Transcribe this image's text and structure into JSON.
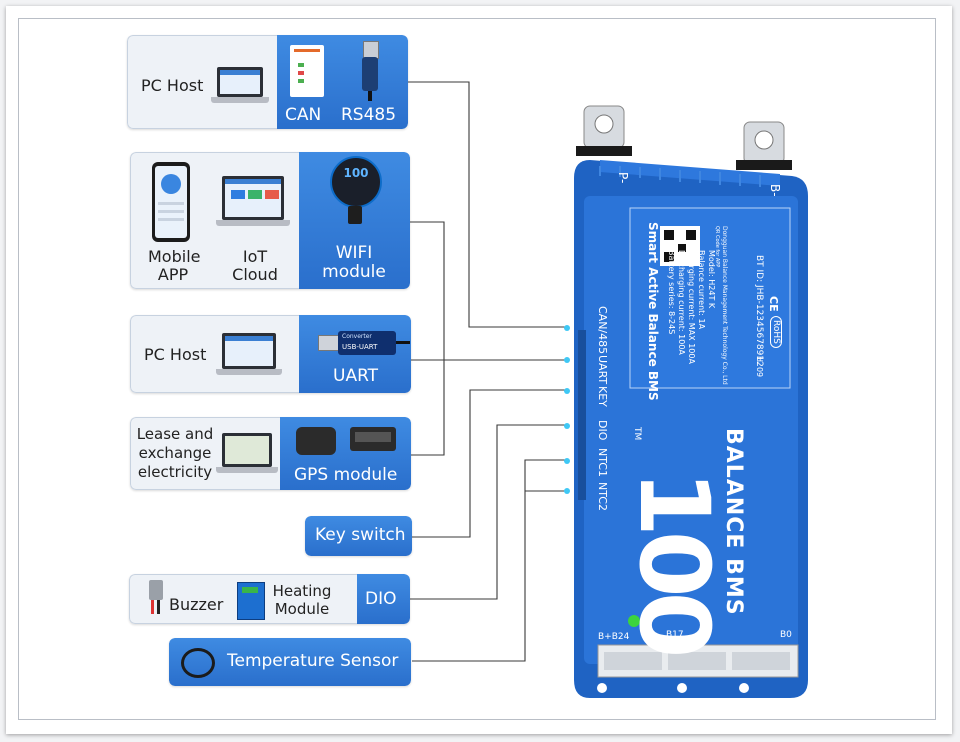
{
  "boxes": {
    "pc_host_can": {
      "left_label": "PC Host",
      "right_labels": [
        "CAN",
        "RS485"
      ]
    },
    "wifi": {
      "left_labels": [
        "Mobile\nAPP",
        "IoT\nCloud"
      ],
      "right_label": "WIFI\nmodule",
      "module_badge": "100"
    },
    "pc_host_uart": {
      "left_label": "PC Host",
      "right_label": "UART",
      "usb_text": "USB-UART",
      "usb_sub": "Converter"
    },
    "gps": {
      "left_label": "Lease and\nexchange\nelectricity",
      "right_label": "GPS module"
    },
    "key_switch": {
      "label": "Key switch"
    },
    "dio": {
      "left_labels": [
        "Buzzer",
        "Heating\nModule"
      ],
      "right_label": "DIO"
    },
    "temp": {
      "label": "Temperature Sensor"
    }
  },
  "bms": {
    "ports": [
      "CAN/485",
      "UART",
      "KEY",
      "DIO",
      "NTC1",
      "NTC2"
    ],
    "terminals": [
      "P-",
      "B-"
    ],
    "bottom_labels": [
      "B+B24",
      "B17",
      "B0"
    ],
    "logo_text": "100",
    "brand_text": "BALANCE BMS",
    "tm": "TM",
    "label_title": "Smart Active Balance BMS",
    "label_lines": [
      "Battery series: 8-24S",
      "Discharging current: 100A",
      "Charging current: MAX 100A",
      "Balance current: 1A",
      "Model: H24T K"
    ],
    "label_company": "Dongguan Balance Management Technology Co., Ltd",
    "serial": "BT ID: JHB-12345678912",
    "version": "H. 09",
    "cert": [
      "CE",
      "RoHS"
    ],
    "qr_note": "QR Code for APP"
  }
}
